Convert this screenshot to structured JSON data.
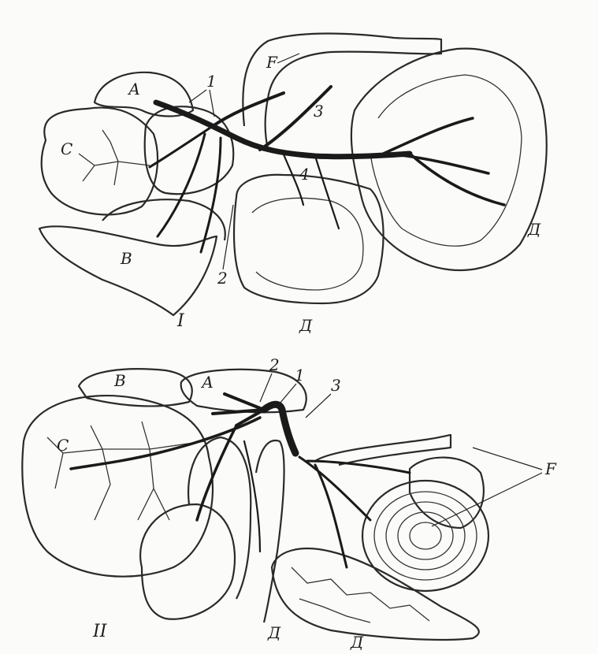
{
  "figure": {
    "panels": [
      {
        "roman_label": "I",
        "labels": {
          "num_1": "1",
          "num_2": "2",
          "num_3": "3",
          "num_4": "4",
          "letter_A": "А",
          "letter_C": "С",
          "letter_B": "В",
          "letter_F": "F",
          "letter_D_right": "Д",
          "letter_D_bottom": "Д"
        }
      },
      {
        "roman_label": "II",
        "labels": {
          "num_1": "1",
          "num_2": "2",
          "num_3": "3",
          "letter_A": "А",
          "letter_B": "В",
          "letter_C": "С",
          "letter_F": "F",
          "letter_D_left": "Д",
          "letter_D_right": "Д"
        }
      }
    ]
  }
}
